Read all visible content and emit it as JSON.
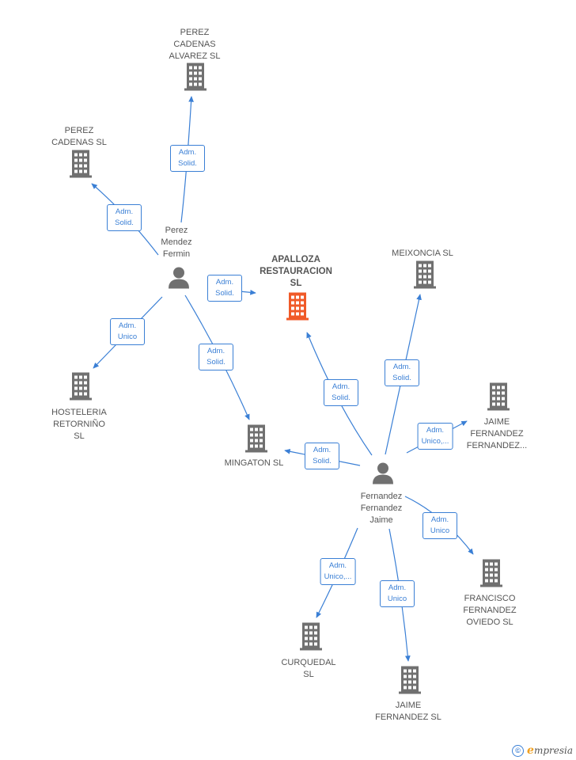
{
  "nodes": {
    "perez_cadenas_alvarez": {
      "label": "PEREZ\nCADENAS\nALVAREZ  SL",
      "kind": "company"
    },
    "perez_cadenas": {
      "label": "PEREZ\nCADENAS  SL",
      "kind": "company"
    },
    "perez_mendez": {
      "label": "Perez\nMendez\nFermin",
      "kind": "person"
    },
    "apalloza": {
      "label": "APALLOZA\nRESTAURACION\nSL",
      "kind": "focus"
    },
    "meixoncia": {
      "label": "MEIXONCIA SL",
      "kind": "company"
    },
    "hosteleria": {
      "label": "HOSTELERIA\nRETORNIÑO\nSL",
      "kind": "company"
    },
    "mingaton": {
      "label": "MINGATON SL",
      "kind": "company"
    },
    "jaime_ff": {
      "label": "JAIME\nFERNANDEZ\nFERNANDEZ...",
      "kind": "company"
    },
    "fernandez_jaime": {
      "label": "Fernandez\nFernandez\nJaime",
      "kind": "person"
    },
    "francisco": {
      "label": "FRANCISCO\nFERNANDEZ\nOVIEDO  SL",
      "kind": "company"
    },
    "curquedal": {
      "label": "CURQUEDAL\nSL",
      "kind": "company"
    },
    "jaime_fsl": {
      "label": "JAIME\nFERNANDEZ SL",
      "kind": "company"
    }
  },
  "edges": [
    {
      "from": "perez_mendez",
      "to": "perez_cadenas_alvarez",
      "role": "Adm.\nSolid."
    },
    {
      "from": "perez_mendez",
      "to": "perez_cadenas",
      "role": "Adm.\nSolid."
    },
    {
      "from": "perez_mendez",
      "to": "apalloza",
      "role": "Adm.\nSolid."
    },
    {
      "from": "perez_mendez",
      "to": "hosteleria",
      "role": "Adm.\nUnico"
    },
    {
      "from": "perez_mendez",
      "to": "mingaton",
      "role": "Adm.\nSolid."
    },
    {
      "from": "fernandez_jaime",
      "to": "apalloza",
      "role": "Adm.\nSolid."
    },
    {
      "from": "fernandez_jaime",
      "to": "meixoncia",
      "role": "Adm.\nSolid."
    },
    {
      "from": "fernandez_jaime",
      "to": "jaime_ff",
      "role": "Adm.\nUnico,..."
    },
    {
      "from": "fernandez_jaime",
      "to": "mingaton",
      "role": "Adm.\nSolid."
    },
    {
      "from": "fernandez_jaime",
      "to": "francisco",
      "role": "Adm.\nUnico"
    },
    {
      "from": "fernandez_jaime",
      "to": "curquedal",
      "role": "Adm.\nUnico,..."
    },
    {
      "from": "fernandez_jaime",
      "to": "jaime_fsl",
      "role": "Adm.\nUnico"
    }
  ],
  "colors": {
    "edge": "#3a7fd5",
    "company": "#707070",
    "focus": "#f05a28",
    "person": "#707070"
  },
  "footer": {
    "copyright": "©",
    "brand_initial": "e",
    "brand_rest": "mpresia"
  }
}
